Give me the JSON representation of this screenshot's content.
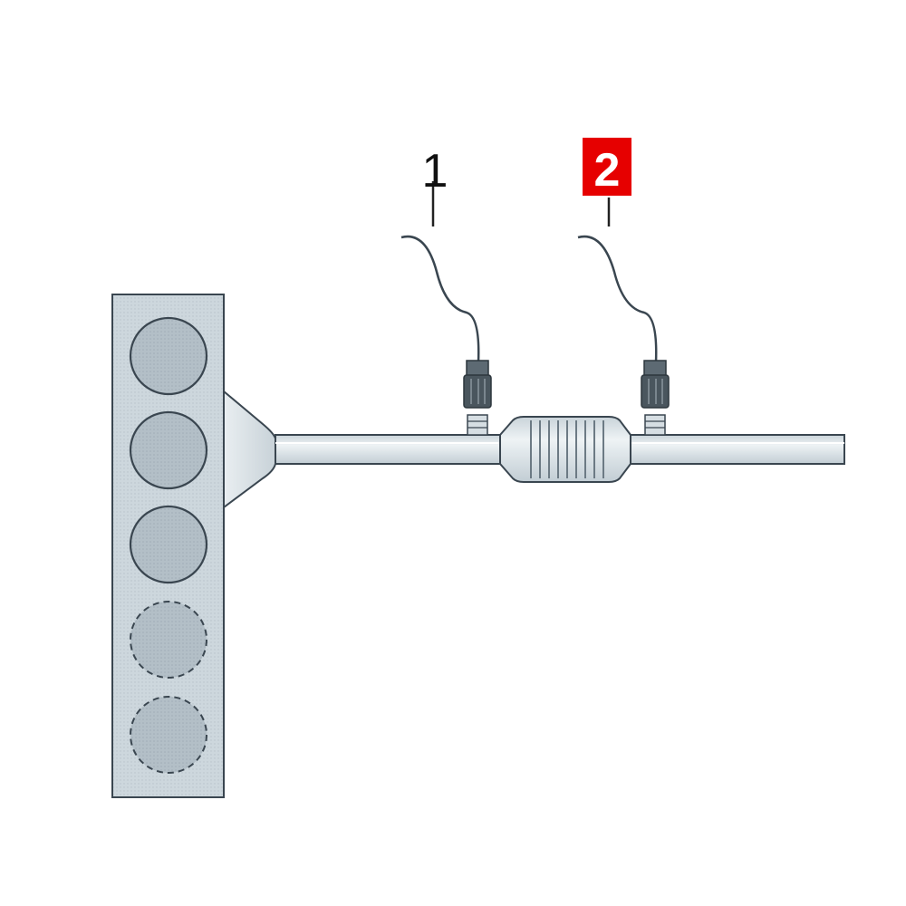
{
  "diagram": {
    "callouts": [
      {
        "label": "1",
        "highlighted": false
      },
      {
        "label": "2",
        "highlighted": true
      }
    ],
    "engine_block": {
      "cylinders_total": 5,
      "cylinders_solid": 3,
      "cylinders_dashed": 2
    },
    "components": {
      "engine": "engine-block-icon",
      "manifold": "exhaust-manifold-icon",
      "pipe": "exhaust-pipe-icon",
      "catalytic_converter": "catalytic-converter-icon",
      "sensor_upstream": "oxygen-sensor-icon",
      "sensor_downstream": "oxygen-sensor-icon"
    },
    "colors": {
      "line": "#3a4650",
      "part_fill": "#c7d2d9",
      "part_light": "#e4ebef",
      "cylinder_fill": "#aebac2",
      "sensor_body": "#4a565e",
      "highlight": "#e60000",
      "highlight_text": "#ffffff"
    }
  }
}
